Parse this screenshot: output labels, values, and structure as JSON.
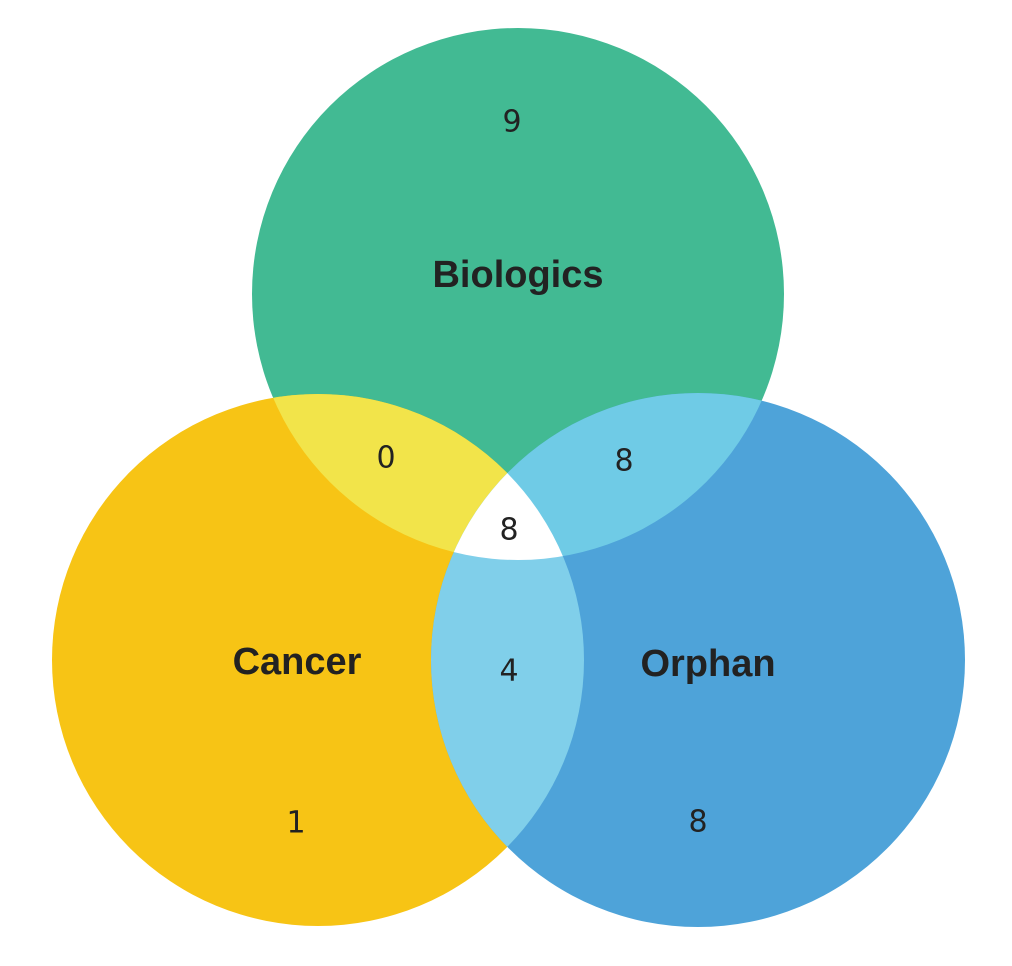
{
  "sets": {
    "biologics": {
      "label": "Biologics",
      "only": "9",
      "color": "#42BA93"
    },
    "cancer": {
      "label": "Cancer",
      "only": "1",
      "color": "#F7C415"
    },
    "orphan": {
      "label": "Orphan",
      "only": "8",
      "color": "#4EA3D9"
    }
  },
  "intersections": {
    "biologics_cancer": {
      "value": "0",
      "color": "#F2E44A"
    },
    "biologics_orphan": {
      "value": "8",
      "color": "#6FCBE6"
    },
    "cancer_orphan": {
      "value": "4",
      "color": "#80CFEA"
    },
    "all": {
      "value": "8",
      "color": "#FFFFFF"
    }
  }
}
